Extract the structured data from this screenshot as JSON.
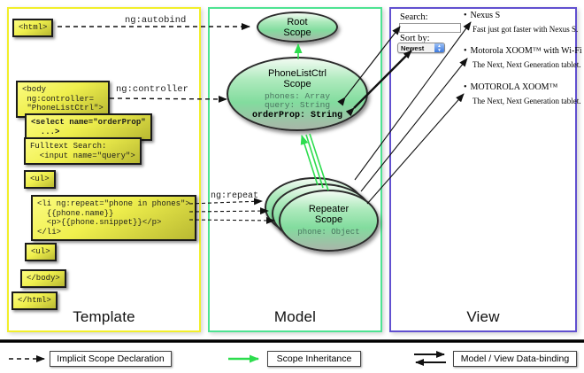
{
  "panels": {
    "template": {
      "label": "Template",
      "border_color": "#f2ef2a"
    },
    "model": {
      "label": "Model",
      "border_color": "#4ee392"
    },
    "view": {
      "label": "View",
      "border_color": "#6150d0"
    }
  },
  "annotations": {
    "autobind": "ng:autobind",
    "controller": "ng:controller",
    "repeat": "ng:repeat"
  },
  "template": {
    "boxes": [
      {
        "id": "html-open",
        "code": "<html>"
      },
      {
        "id": "body-open",
        "code": "<body\n ng:controller=\n \"PhoneListCtrl\">"
      },
      {
        "id": "select",
        "code": "<select name=\"orderProp\"\n  ...>"
      },
      {
        "id": "fulltext",
        "code": "Fulltext Search:\n  <input name=\"query\">"
      },
      {
        "id": "ul-open",
        "code": "<ul>"
      },
      {
        "id": "li-repeat",
        "code": "<li ng:repeat=\"phone in phones\">\n  {{phone.name}}\n  <p>{{phone.snippet}}</p>\n</li>"
      },
      {
        "id": "ul-open-2",
        "code": "<ul>"
      },
      {
        "id": "body-close",
        "code": "</body>"
      },
      {
        "id": "html-close",
        "code": "</html>"
      }
    ]
  },
  "model": {
    "root_scope": {
      "title": "Root\nScope"
    },
    "phonelist_scope": {
      "title": "PhoneListCtrl\nScope",
      "props": "phones: Array\nquery: String",
      "bold_prop": "orderProp: String"
    },
    "repeater_scope": {
      "title": "Repeater\nScope",
      "props": "phone: Object"
    }
  },
  "view": {
    "search_label": "Search:",
    "search_value": "",
    "sort_label": "Sort by:",
    "sort_value": "Newest",
    "items": [
      {
        "bullet": "•",
        "name": "Nexus S",
        "desc": "Fast just got faster with Nexus S."
      },
      {
        "bullet": "•",
        "name": "Motorola XOOM™ with Wi-Fi",
        "desc": "The Next, Next Generation tablet."
      },
      {
        "bullet": "•",
        "name": "MOTOROLA XOOM™",
        "desc": "The Next, Next Generation tablet."
      }
    ]
  },
  "legend": {
    "implicit": "Implicit Scope Declaration",
    "inheritance": "Scope Inheritance",
    "binding": "Model / View Data-binding"
  },
  "colors": {
    "scope_fill_top": "#f2fbf2",
    "scope_fill_mid": "#82dc9e",
    "code_box_fill": "#efef4d",
    "inheritance_arrow": "#2ddd4e",
    "arrow_black": "#111111"
  }
}
